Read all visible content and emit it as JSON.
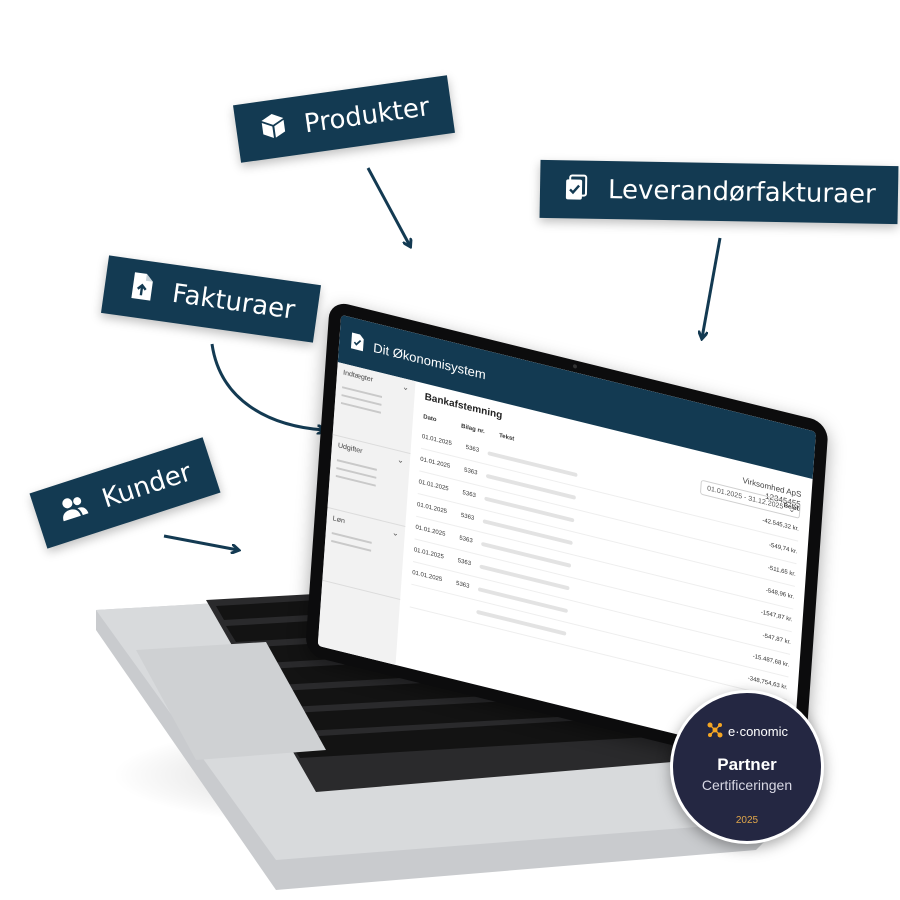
{
  "labels": {
    "produkter": "Produkter",
    "leverandorfakturaer": "Leverandørfakturaer",
    "fakturaer": "Fakturaer",
    "kunder": "Kunder"
  },
  "icons": {
    "produkter": "cube-icon",
    "leverandorfakturaer": "clipboard-check-icon",
    "fakturaer": "document-upload-icon",
    "kunder": "users-icon"
  },
  "app": {
    "title": "Dit Økonomisystem",
    "company_name": "Virksomhed ApS",
    "company_cvr": "12345455",
    "sidebar": [
      {
        "label": "Indtægter"
      },
      {
        "label": "Udgifter"
      },
      {
        "label": "Løn"
      }
    ],
    "page_title": "Bankafstemning",
    "date_range": "01.01.2025 - 31.12.2025",
    "columns": {
      "date": "Dato",
      "bilag": "Bilag nr.",
      "text": "Tekst",
      "amount": "Beløb"
    },
    "rows": [
      {
        "date": "01.01.2025",
        "bilag": "5363",
        "amount": "-42.545,32 kr."
      },
      {
        "date": "01.01.2025",
        "bilag": "5363",
        "amount": "-549,74 kr."
      },
      {
        "date": "01.01.2025",
        "bilag": "5363",
        "amount": "-511,65 kr."
      },
      {
        "date": "01.01.2025",
        "bilag": "5363",
        "amount": "-548,96 kr."
      },
      {
        "date": "01.01.2025",
        "bilag": "5363",
        "amount": "-1547,87 kr."
      },
      {
        "date": "01.01.2025",
        "bilag": "5363",
        "amount": "-547,87 kr."
      },
      {
        "date": "01.01.2025",
        "bilag": "5363",
        "amount": "-15.487,68 kr."
      },
      {
        "date": "",
        "bilag": "",
        "amount": "-348,754,63 kr."
      }
    ]
  },
  "badge": {
    "brand": "e·conomic",
    "title": "Partner",
    "subtitle": "Certificeringen",
    "year": "2025"
  },
  "colors": {
    "navy": "#133a52",
    "badge_bg": "#242742",
    "badge_year": "#e0a64a",
    "brand_orange": "#f5a623"
  }
}
